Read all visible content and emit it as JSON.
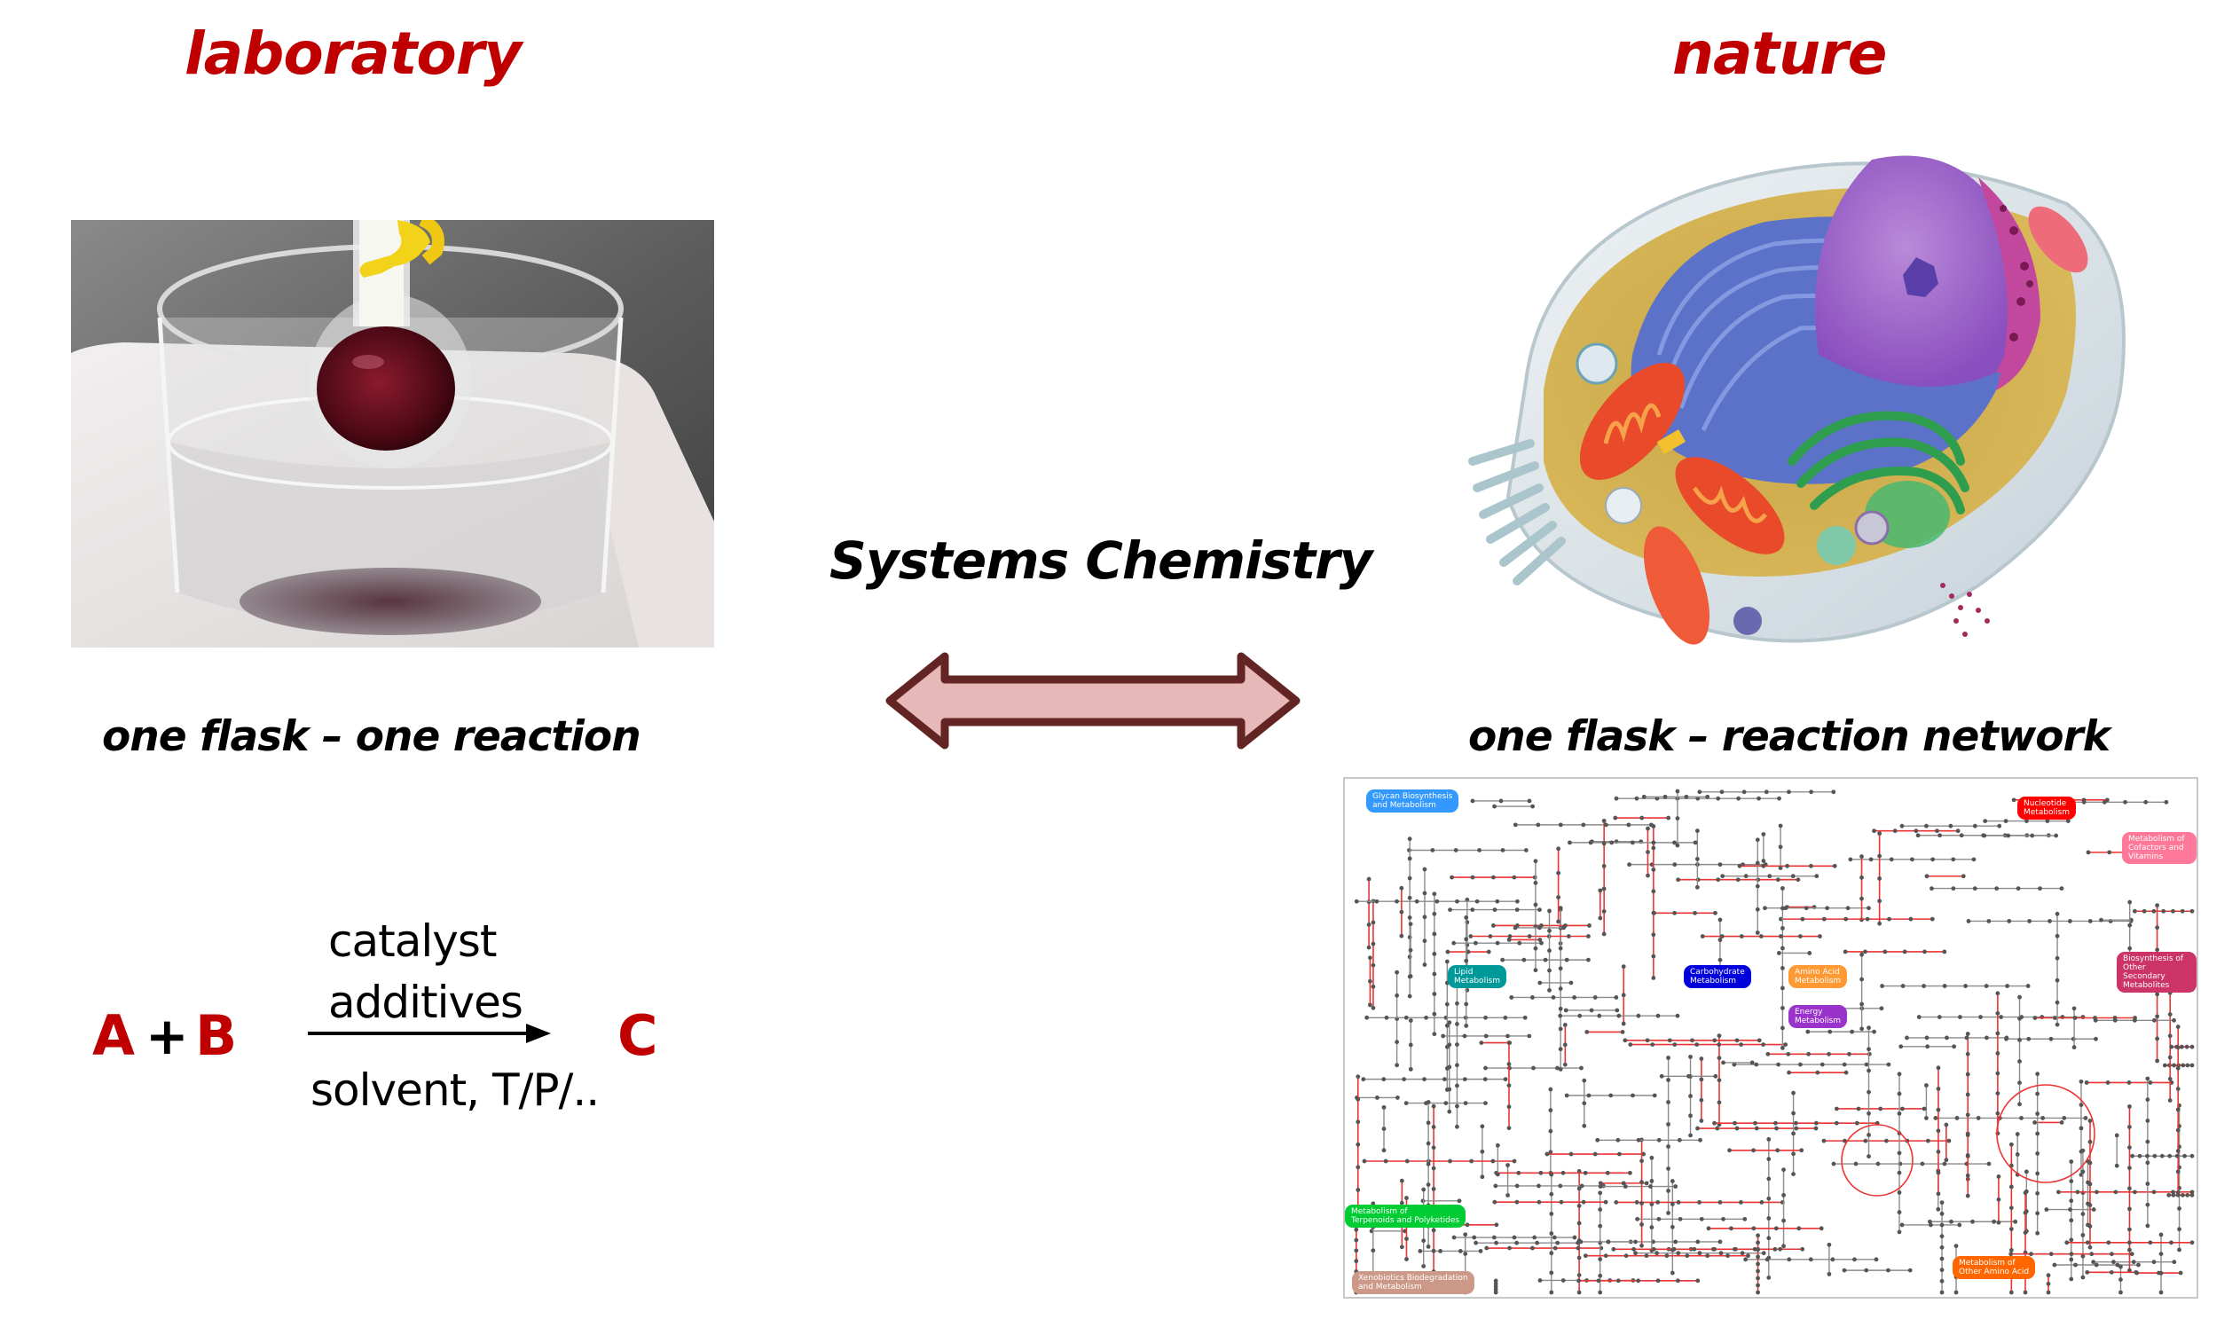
{
  "left": {
    "heading": "laboratory",
    "photo": {
      "description": "round-bottom flask with dark red solution in a glass water bath, yellow clip on joint"
    },
    "caption": "one flask – one reaction",
    "reaction": {
      "reactant_a": "A",
      "plus": "+",
      "reactant_b": "B",
      "product": "C",
      "above_arrow": [
        "catalyst",
        "additives"
      ],
      "below_arrow": "solvent, T/P/.."
    }
  },
  "center": {
    "title": "Systems Chemistry",
    "arrow": {
      "type": "double-headed",
      "fill": "#e6b8b7",
      "stroke": "#632523"
    }
  },
  "right": {
    "heading": "nature",
    "image": {
      "description": "cutaway illustration of a eukaryotic cell"
    },
    "caption": "one flask – reaction network",
    "network_map": {
      "description": "metabolic pathway map",
      "badges": [
        {
          "label": "Glycan Biosynthesis\nand Metabolism",
          "color": "#3399ff"
        },
        {
          "label": "Nucleotide\nMetabolism",
          "color": "#ff0000"
        },
        {
          "label": "Metabolism of\nCofactors and Vitamins",
          "color": "#ff7799"
        },
        {
          "label": "Lipid\nMetabolism",
          "color": "#009999"
        },
        {
          "label": "Carbohydrate\nMetabolism",
          "color": "#0000dd"
        },
        {
          "label": "Amino Acid\nMetabolism",
          "color": "#ff9933"
        },
        {
          "label": "Energy\nMetabolism",
          "color": "#9933cc"
        },
        {
          "label": "Biosynthesis of\nOther Secondary Metabolites",
          "color": "#cc3366"
        },
        {
          "label": "Metabolism of\nTerpenoids and Polyketides",
          "color": "#00cc33"
        },
        {
          "label": "Xenobiotics Biodegradation\nand Metabolism",
          "color": "#cc9988"
        },
        {
          "label": "Metabolism of\nOther Amino Acid",
          "color": "#ff6600"
        }
      ]
    }
  },
  "colors": {
    "accent_red": "#c00000",
    "text": "#000000"
  }
}
